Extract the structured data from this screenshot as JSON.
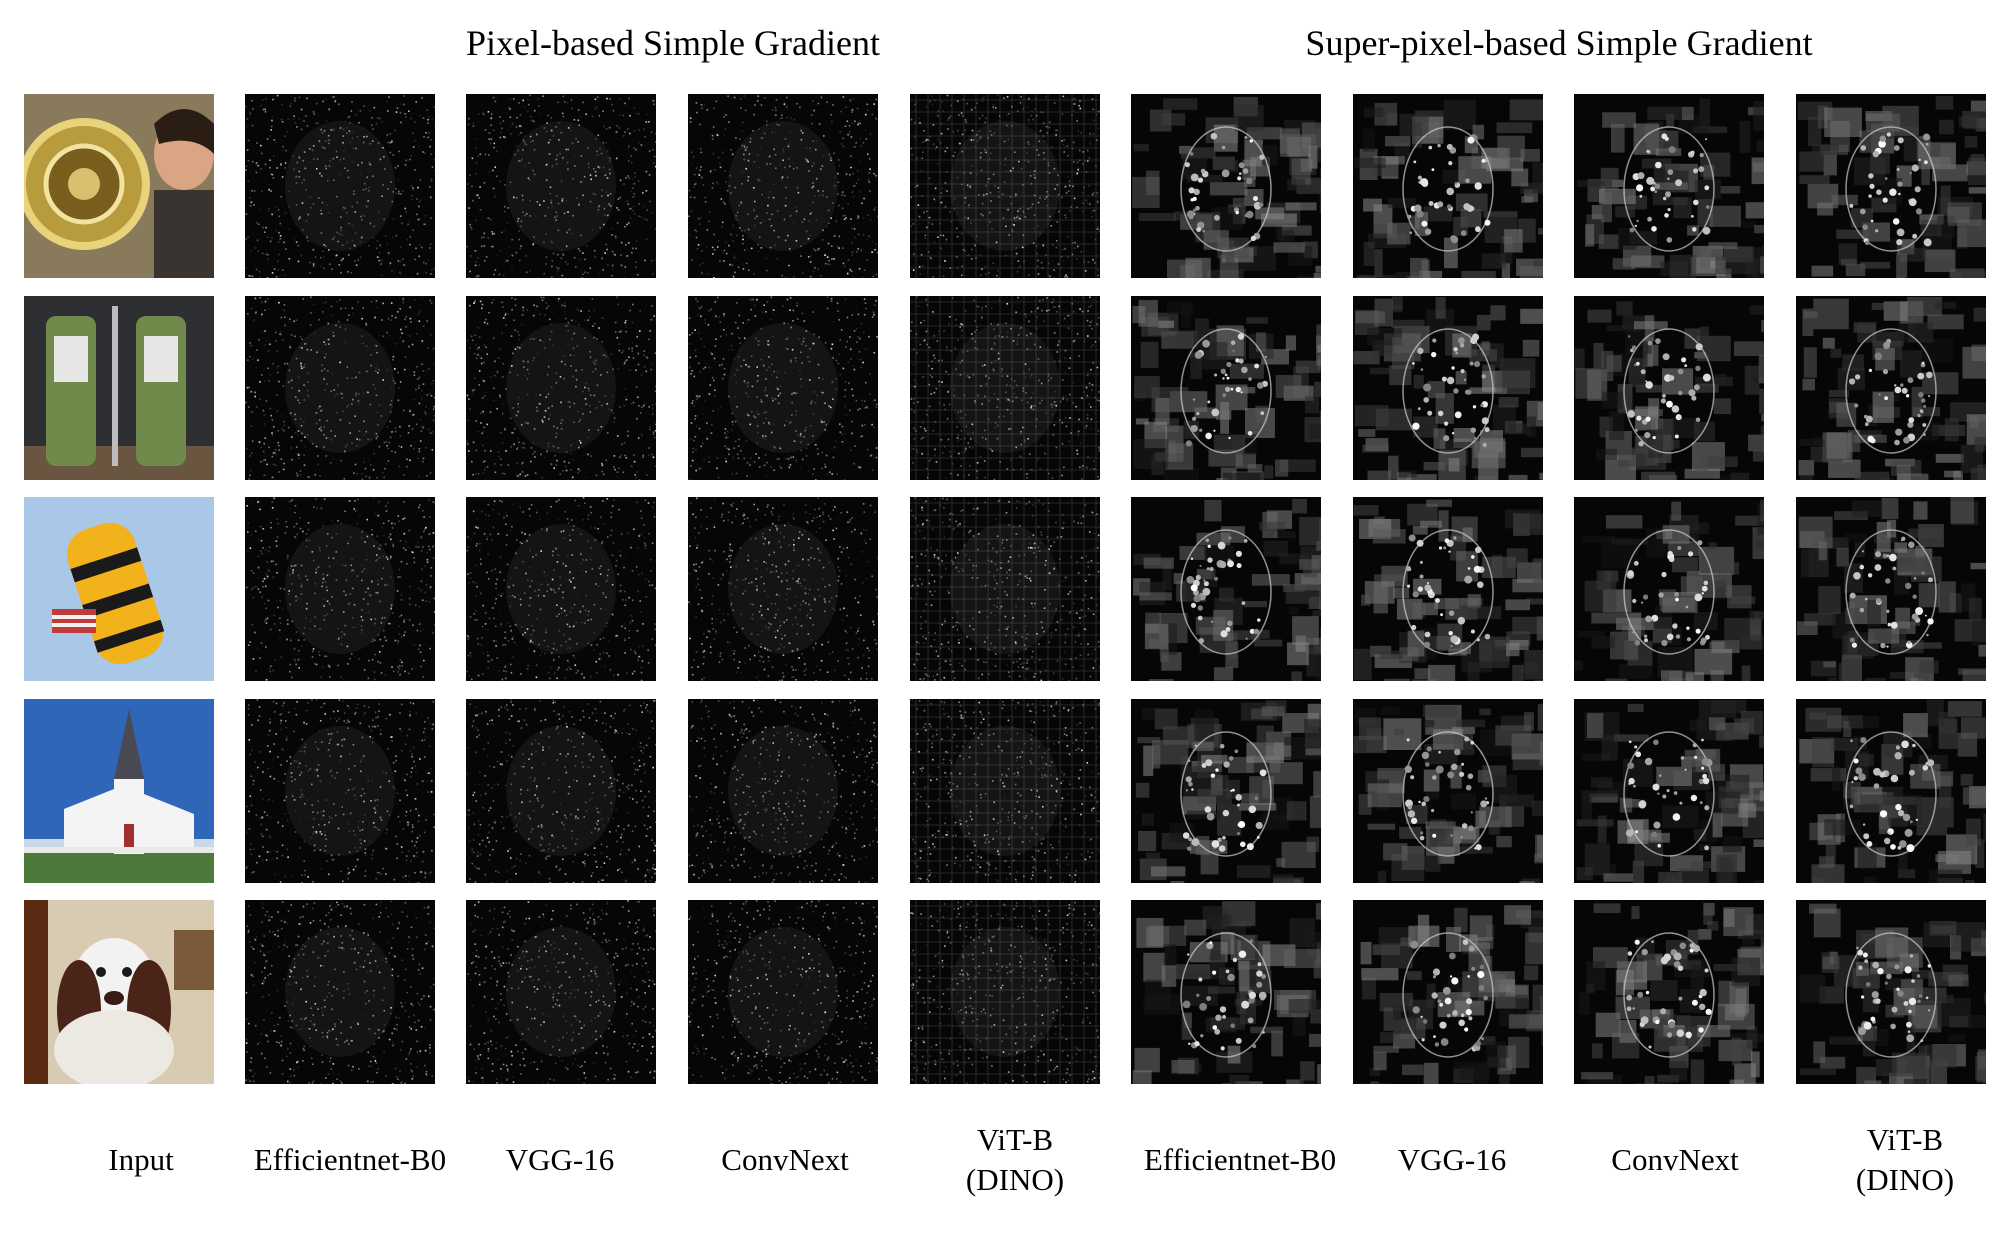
{
  "figure": {
    "group_titles": {
      "pixel": "Pixel-based Simple Gradient",
      "super": "Super-pixel-based Simple Gradient"
    },
    "column_labels": [
      "Input",
      "Efficientnet-B0",
      "VGG-16",
      "ConvNext",
      "ViT-B\n(DINO)",
      "Efficientnet-B0",
      "VGG-16",
      "ConvNext",
      "ViT-B\n(DINO)"
    ],
    "rows": [
      {
        "subject": "french-horn"
      },
      {
        "subject": "gas-pumps"
      },
      {
        "subject": "parachute"
      },
      {
        "subject": "church"
      },
      {
        "subject": "spaniel-dog"
      }
    ]
  }
}
